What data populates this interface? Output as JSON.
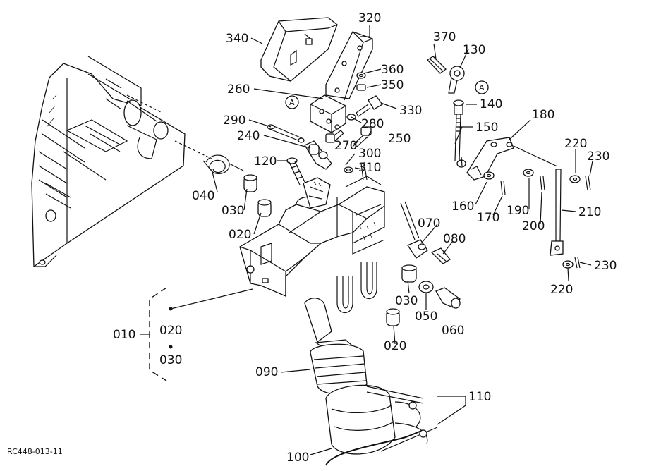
{
  "drawing_code": "RC448-013-11",
  "callouts": {
    "c340": "340",
    "c320": "320",
    "c360": "360",
    "c350": "350",
    "c260": "260",
    "c330": "330",
    "cA1": "A",
    "c290": "290",
    "c280": "280",
    "c240": "240",
    "c250": "250",
    "c270": "270",
    "c300": "300",
    "c120": "120",
    "c310": "310",
    "c040": "040",
    "c030a": "030",
    "c020a": "020",
    "c370": "370",
    "c130": "130",
    "cA2": "A",
    "c140": "140",
    "c150": "150",
    "c180": "180",
    "c220a": "220",
    "c230a": "230",
    "c160": "160",
    "c170": "170",
    "c190": "190",
    "c200": "200",
    "c210": "210",
    "c070": "070",
    "c080": "080",
    "c030b": "030",
    "c050": "050",
    "c060": "060",
    "c020b": "020",
    "c220b": "220",
    "c230b": "230",
    "c010": "010",
    "c010_020": "020",
    "c010_030": "030",
    "c090": "090",
    "c110": "110",
    "c100": "100"
  }
}
